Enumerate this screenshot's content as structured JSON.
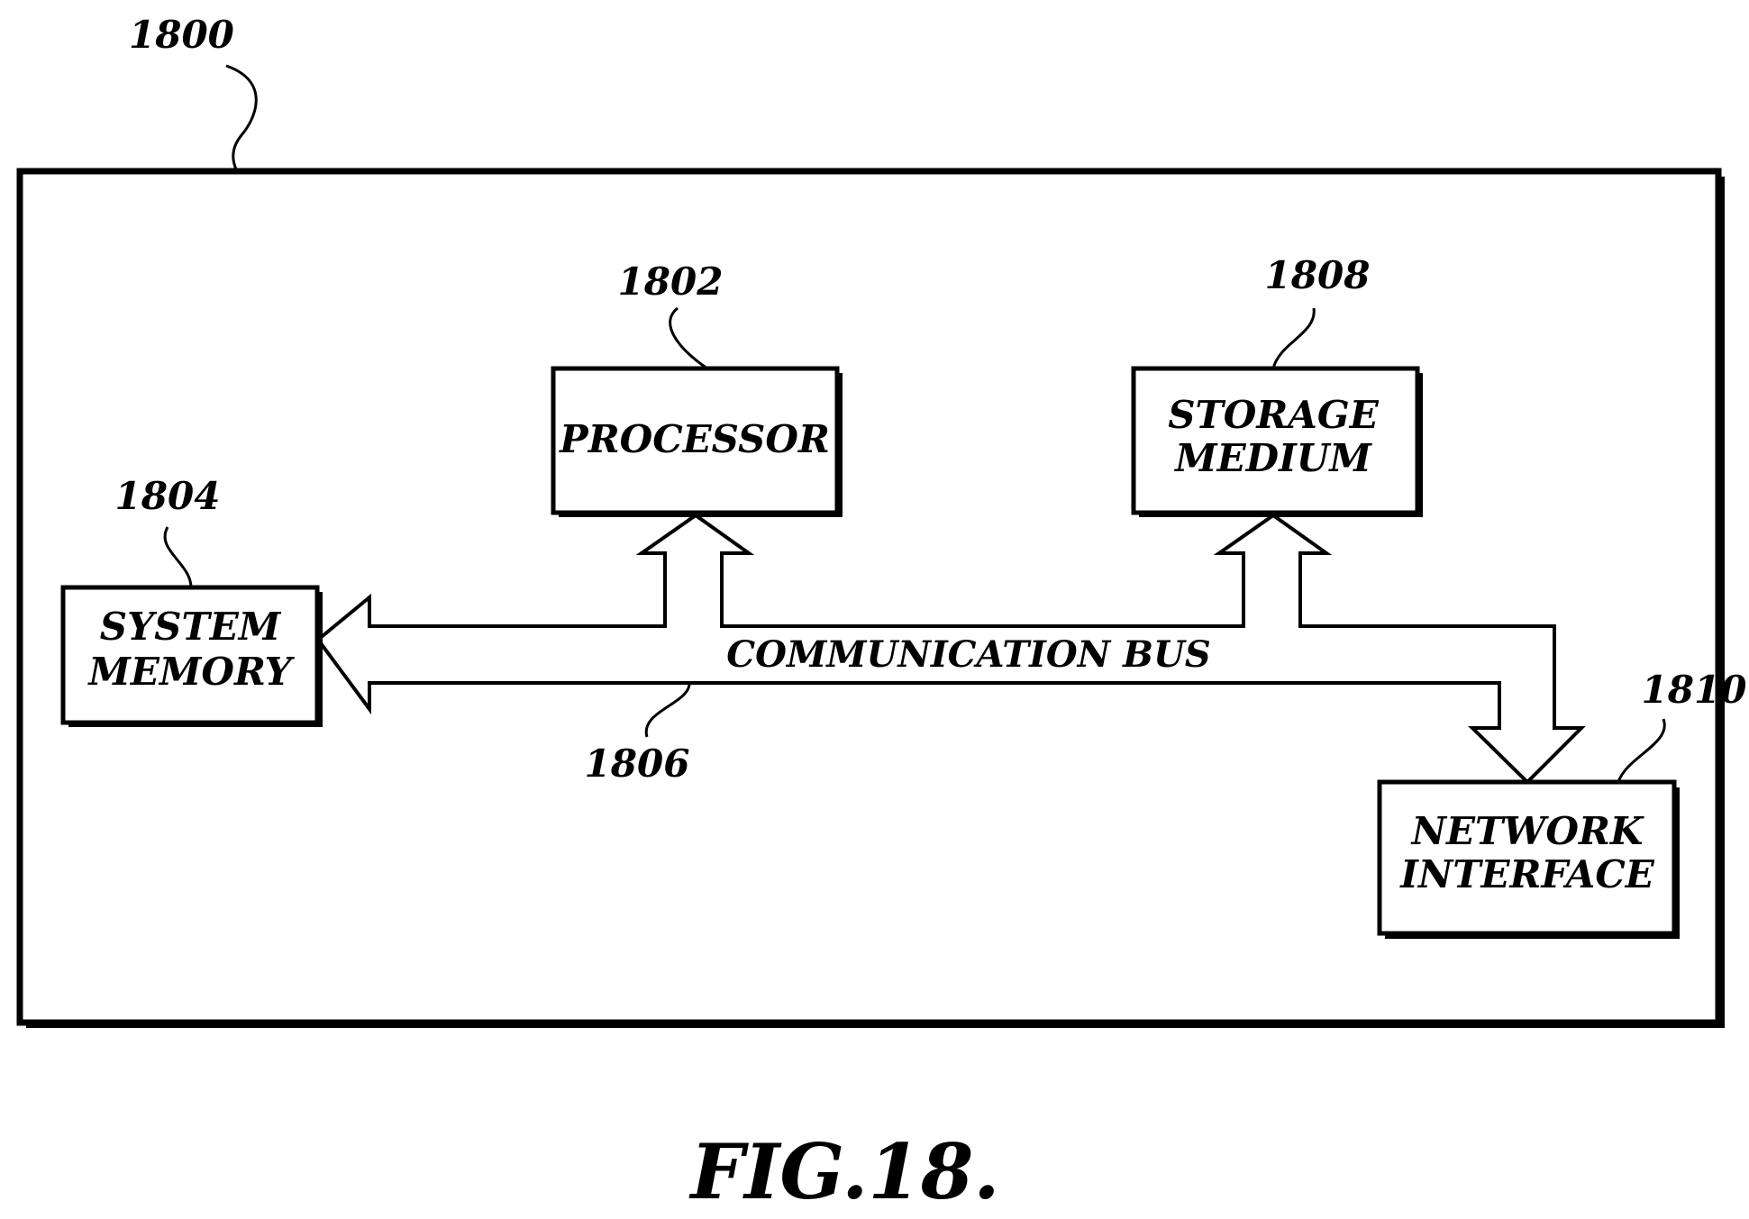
{
  "figure": {
    "caption": "FIG.18."
  },
  "refs": {
    "device": "1800",
    "processor": "1802",
    "memory": "1804",
    "bus": "1806",
    "storage": "1808",
    "network": "1810"
  },
  "blocks": {
    "processor": {
      "lines": [
        "PROCESSOR"
      ]
    },
    "memory": {
      "lines": [
        "SYSTEM",
        "MEMORY"
      ]
    },
    "storage": {
      "lines": [
        "STORAGE",
        "MEDIUM"
      ]
    },
    "network": {
      "lines": [
        "NETWORK",
        "INTERFACE"
      ]
    }
  },
  "bus": {
    "label": "COMMUNICATION BUS"
  },
  "colors": {
    "ink": "#000000",
    "paper": "#ffffff"
  }
}
